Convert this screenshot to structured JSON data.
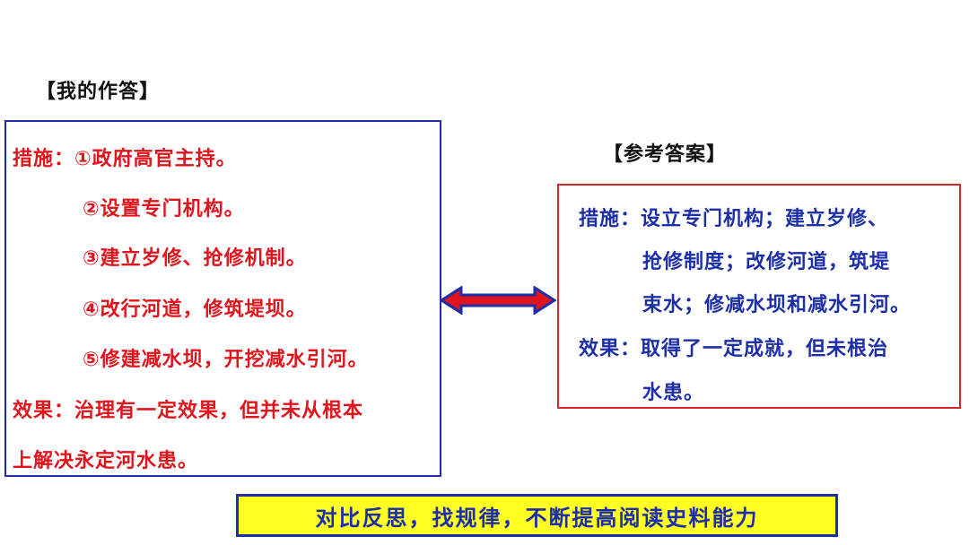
{
  "my_answer": {
    "heading": "【我的作答】",
    "lines": [
      "措施：①政府高官主持。",
      "②设置专门机构。",
      "③建立岁修、抢修机制。",
      "④改行河道，修筑堤坝。",
      "⑤修建减水坝，开挖减水引河。",
      "效果：治理有一定效果，但并未从根本",
      "上解决永定河水患。"
    ]
  },
  "reference_answer": {
    "heading": "【参考答案】",
    "lines": [
      "措施：设立专门机构；建立岁修、",
      "抢修制度；改修河道，筑堤",
      "束水；修减水坝和减水引河。",
      "效果：取得了一定成就，但未根治",
      "水患。"
    ]
  },
  "summary": "对比反思，找规律，不断提高阅读史料能力",
  "colors": {
    "my_answer_text": "#e0141c",
    "my_box_border": "#1c2ea8",
    "reference_text": "#1c2ea8",
    "reference_box_border": "#d62828",
    "arrow_fill": "#e0141c",
    "arrow_outline": "#1c2ea8",
    "summary_background": "#ffff22",
    "summary_text": "#1c2ea8"
  }
}
